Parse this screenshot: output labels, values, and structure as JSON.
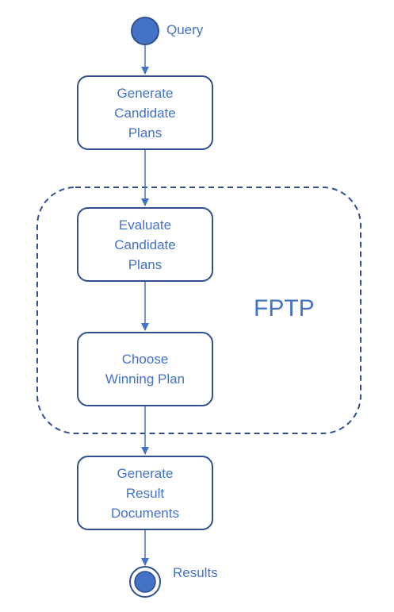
{
  "start": {
    "label": "Query"
  },
  "steps": [
    {
      "id": "generate-candidate-plans",
      "label": "Generate\nCandidate\nPlans"
    },
    {
      "id": "evaluate-candidate-plans",
      "label": "Evaluate\nCandidate\nPlans"
    },
    {
      "id": "choose-winning-plan",
      "label": "Choose\nWinning Plan"
    },
    {
      "id": "generate-result-documents",
      "label": "Generate\nResult\nDocuments"
    }
  ],
  "region": {
    "label": "FPTP"
  },
  "end": {
    "label": "Results"
  },
  "colors": {
    "node_fill": "#4472c4",
    "outline": "#2f4f8f",
    "text": "#4472c4",
    "arrow": "#4472c4"
  }
}
